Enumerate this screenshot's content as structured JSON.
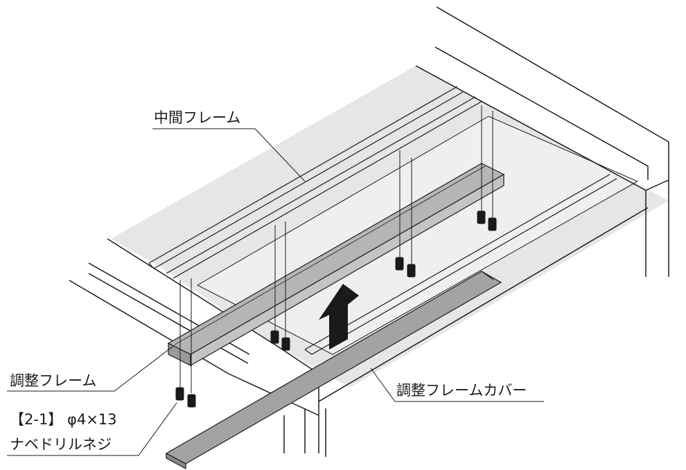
{
  "labels": {
    "middle_frame": "中間フレーム",
    "adjust_frame": "調整フレーム",
    "adjust_frame_cover": "調整フレームカバー",
    "screw_spec": "【2-1】 φ4×13",
    "screw_name": "ナベドリルネジ"
  },
  "colors": {
    "line": "#1a1a1a",
    "frame_gray": "#b9b9b9",
    "cover_gray": "#a3a3a3",
    "panel_gray": "#e4e4e4",
    "floor_gray": "#efefef",
    "arrow": "#1a1a1a"
  }
}
